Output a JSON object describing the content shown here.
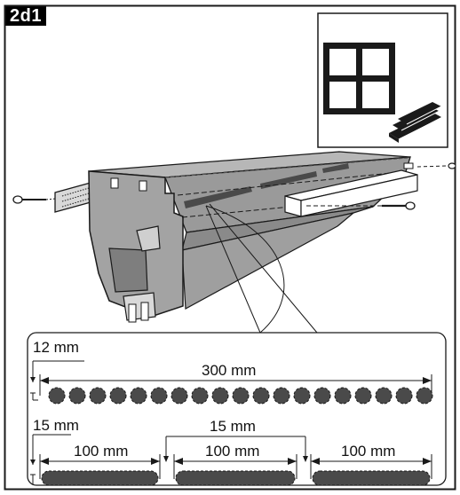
{
  "step_label": "2d1",
  "colors": {
    "frame": "#1a1a1a",
    "profile_fill": "#a3a3a3",
    "profile_dark": "#6f6f6f",
    "background": "#ffffff",
    "sealant_dot": "#4a4a4a"
  },
  "inset": {
    "icons": [
      "window-four-pane-icon",
      "wood-blocks-icon"
    ]
  },
  "fasteners": [
    "left-screw",
    "right-screw-top",
    "right-screw-bottom"
  ],
  "dimensions": {
    "dot_row": {
      "offset_label": "12 mm",
      "length_label": "300 mm",
      "dot_count": 19
    },
    "dash_row": {
      "offset_label": "15 mm",
      "gap_label": "15 mm",
      "segment_labels": [
        "100 mm",
        "100 mm",
        "100 mm"
      ]
    }
  }
}
